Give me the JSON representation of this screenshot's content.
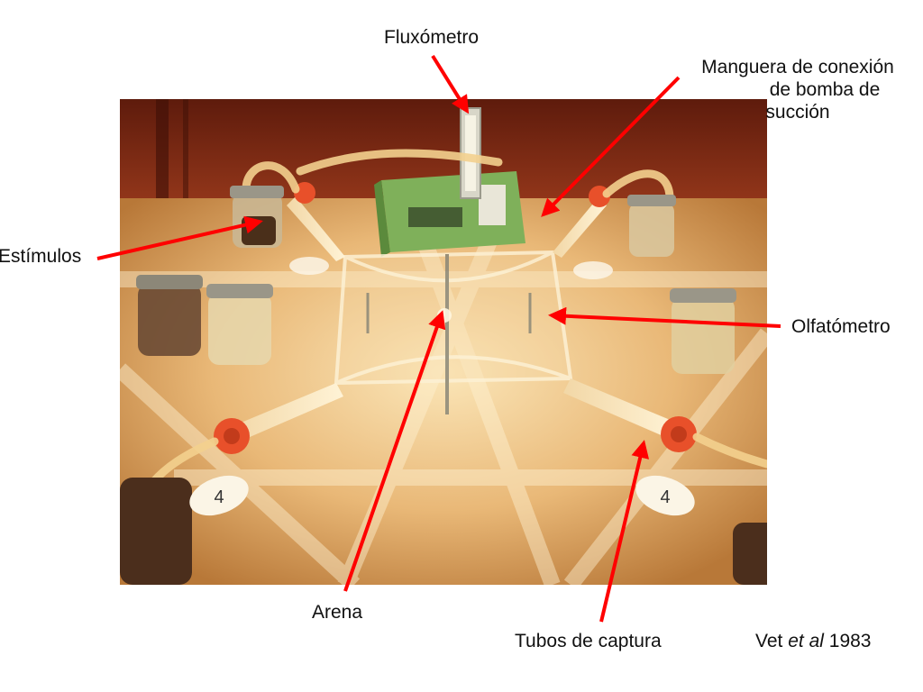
{
  "labels": {
    "fluxometro": "Fluxómetro",
    "manguera_1": "Manguera de conexión",
    "manguera_2": "de bomba de",
    "manguera_3": "succión",
    "estimulos": "Estímulos",
    "olfatometro": "Olfatómetro",
    "arena": "Arena",
    "tubos": "Tubos de captura"
  },
  "citation": {
    "author": "Vet",
    "etal": "et al",
    "year": "1983"
  },
  "tags": {
    "left": "4",
    "right": "4"
  },
  "colors": {
    "arrow": "#ff0000",
    "background_wall": "#7a2a14",
    "table": "#e6b071",
    "cap": "#e8502a"
  }
}
